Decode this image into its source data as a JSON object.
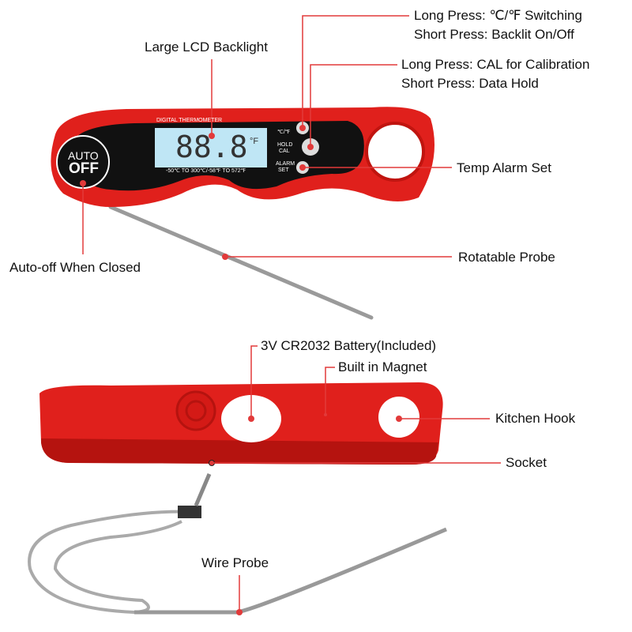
{
  "device": {
    "lcd_caption": "DIGITAL THERMOMETER",
    "lcd_reading": "88.8",
    "lcd_unit": "°F",
    "lcd_range": "-50℃ TO 300℃/-58℉ TO 572℉",
    "auto_label": "AUTO",
    "off_label": "OFF",
    "button1_label": "℃/℉",
    "button2_label_top": "HOLD",
    "button2_label_bottom": "CAL",
    "button3_label_top": "ALARM",
    "button3_label_bottom": "SET"
  },
  "callouts": {
    "lcd": "Large LCD Backlight",
    "switch_long": "Long Press: ℃/℉ Switching",
    "switch_short": "Short Press: Backlit On/Off",
    "cal_long": "Long Press: CAL for Calibration",
    "cal_short": "Short Press: Data Hold",
    "alarm": "Temp Alarm Set",
    "auto_off": "Auto-off When Closed",
    "probe": "Rotatable Probe",
    "battery": "3V CR2032 Battery(Included)",
    "magnet": "Built in Magnet",
    "hook": "Kitchen Hook",
    "socket": "Socket",
    "wire_probe": "Wire Probe"
  },
  "colors": {
    "body_red": "#e0201c",
    "callout_line": "#e23a3a",
    "lcd": "#bfe6f5",
    "panel": "#111111"
  }
}
